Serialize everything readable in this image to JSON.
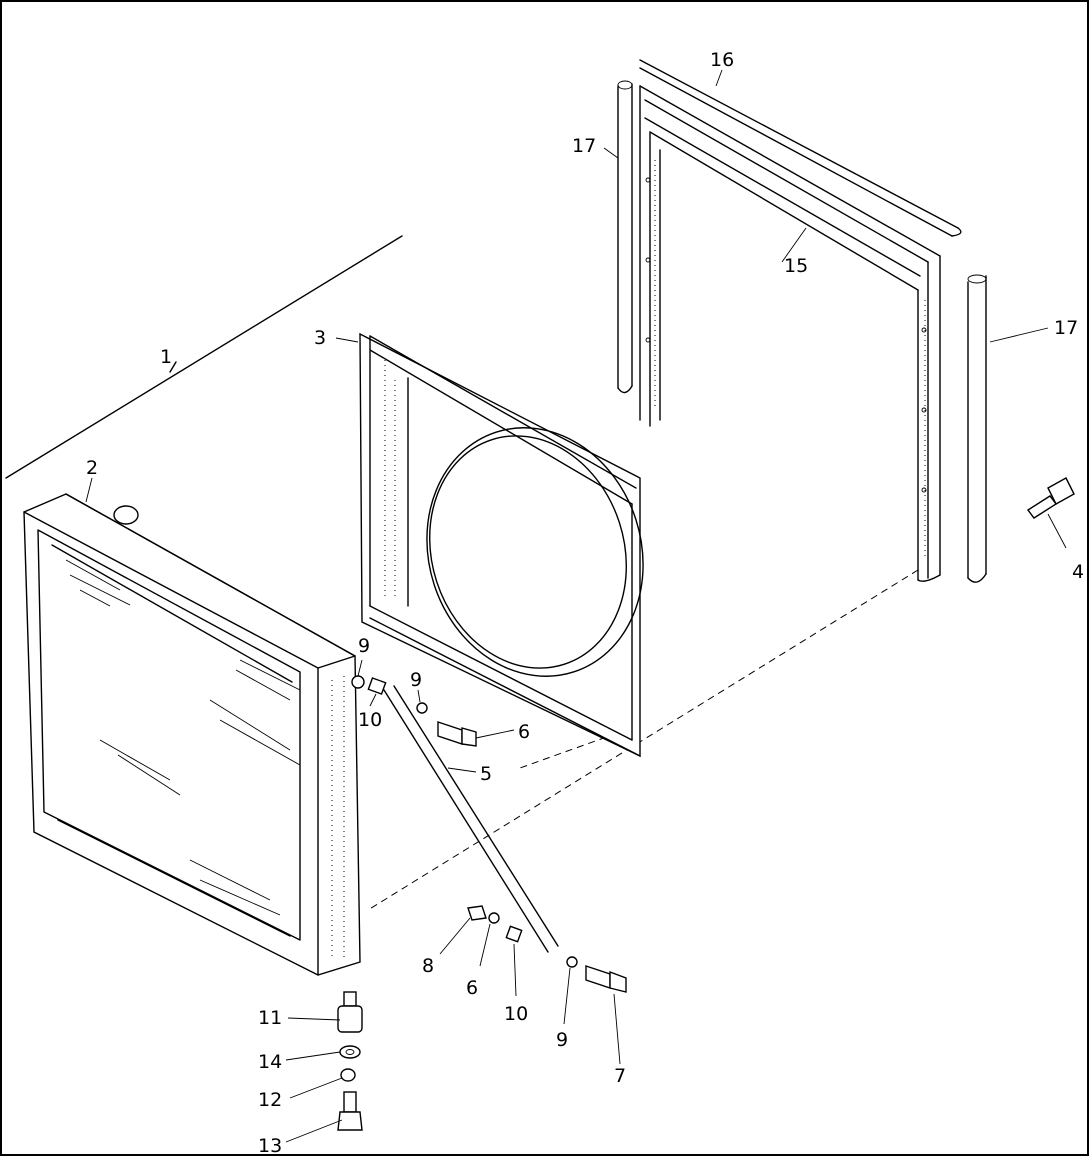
{
  "callouts": {
    "c1": "1",
    "c2": "2",
    "c3": "3",
    "c4": "4",
    "c5": "5",
    "c6a": "6",
    "c6b": "6",
    "c7": "7",
    "c8": "8",
    "c9a": "9",
    "c9b": "9",
    "c9c": "9",
    "c10a": "10",
    "c10b": "10",
    "c11": "11",
    "c12": "12",
    "c13": "13",
    "c14": "14",
    "c15": "15",
    "c16": "16",
    "c17a": "17",
    "c17b": "17"
  }
}
